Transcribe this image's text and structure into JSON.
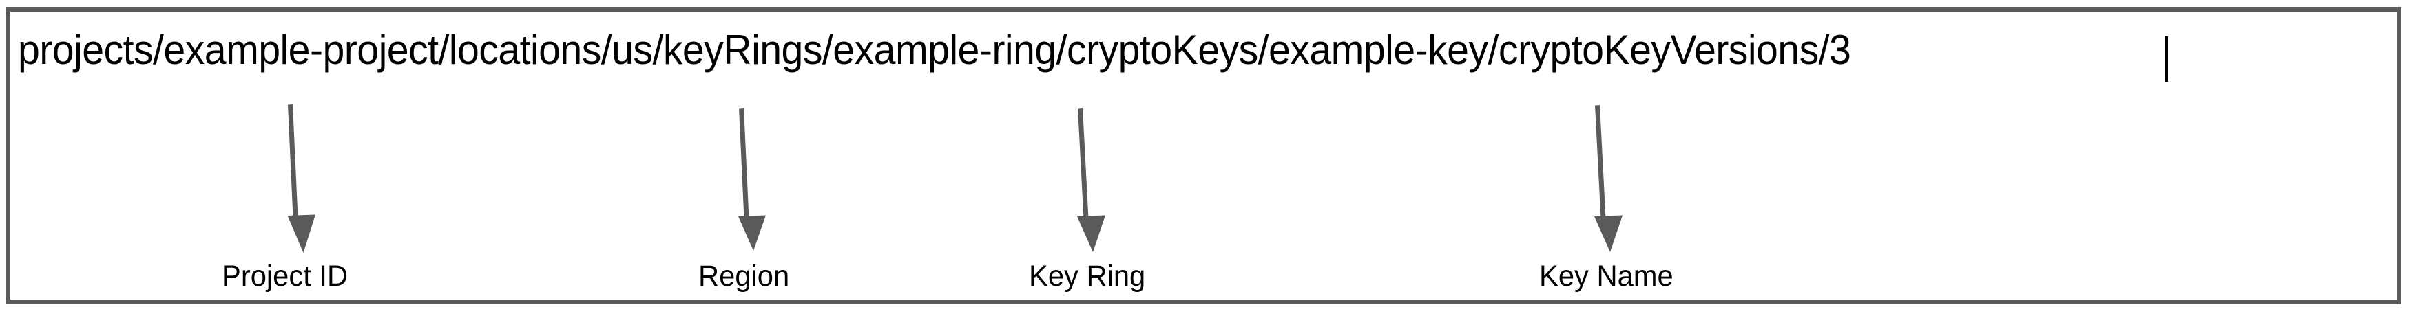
{
  "frame": {
    "border_color": "#5a5a5a",
    "background_color": "#ffffff"
  },
  "path_field": {
    "value": "projects/example-project/locations/us/keyRings/example-ring/cryptoKeys/example-key/cryptoKeyVersions/3",
    "text_color": "#000000",
    "caret_visible": true,
    "segments": [
      "projects",
      "example-project",
      "locations",
      "us",
      "keyRings",
      "example-ring",
      "cryptoKeys",
      "example-key",
      "cryptoKeyVersions",
      "3"
    ]
  },
  "annotations": {
    "arrow_color": "#5a5a5a",
    "label_color": "#000000",
    "items": [
      {
        "label": "Project ID",
        "points_to": "example-project"
      },
      {
        "label": "Region",
        "points_to": "us"
      },
      {
        "label": "Key Ring",
        "points_to": "example-ring"
      },
      {
        "label": "Key Name",
        "points_to": "example-key"
      }
    ]
  }
}
